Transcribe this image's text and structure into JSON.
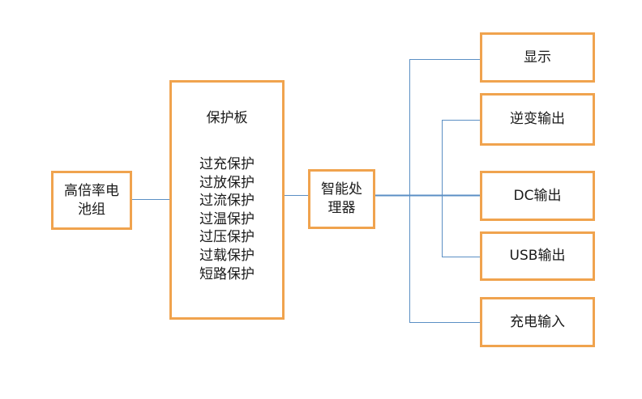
{
  "diagram": {
    "colors": {
      "box_border": "#f0a34e",
      "connector": "#5b8fc4"
    },
    "battery": {
      "label_line1": "高倍率电",
      "label_line2": "池组"
    },
    "protection_board": {
      "title": "保护板",
      "items": [
        "过充保护",
        "过放保护",
        "过流保护",
        "过温保护",
        "过压保护",
        "过载保护",
        "短路保护"
      ]
    },
    "processor": {
      "label_line1": "智能处",
      "label_line2": "理器"
    },
    "outputs": {
      "display": "显示",
      "inverter": "逆变输出",
      "dc": "DC输出",
      "usb": "USB输出",
      "charge_input": "充电输入"
    }
  }
}
